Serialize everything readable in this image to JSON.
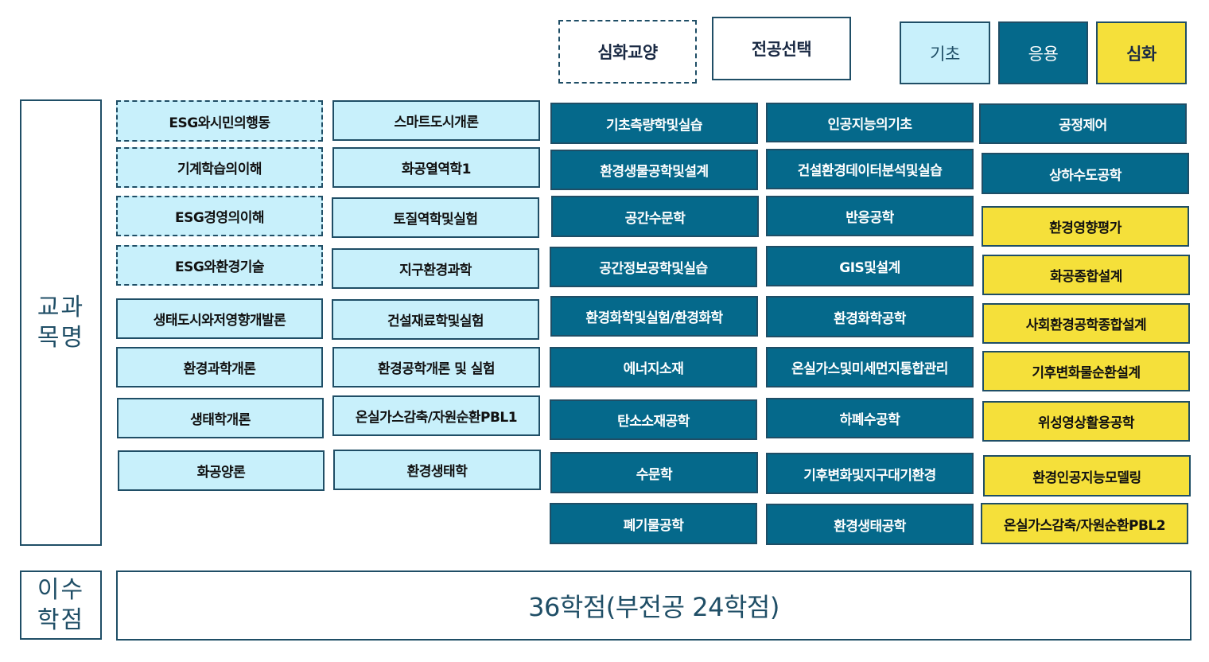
{
  "legend": {
    "advanced_liberal": "심화교양",
    "major_elective": "전공선택",
    "basic": "기초",
    "applied": "응용",
    "advanced": "심화"
  },
  "labels": {
    "courses": "교과\n목명",
    "credits": "이수\n학점"
  },
  "credits_text": "36학점(부전공 24학점)",
  "columns": {
    "col1": [
      "ESG와시민의행동",
      "기계학습의이해",
      "ESG경영의이해",
      "ESG와환경기술",
      "생태도시와저영향개발론",
      "환경과학개론",
      "생태학개론",
      "화공양론"
    ],
    "col2": [
      "스마트도시개론",
      "화공열역학1",
      "토질역학및실험",
      "지구환경과학",
      "건설재료학및실험",
      "환경공학개론 및 실험",
      "온실가스감축/자원순환PBL1",
      "환경생태학"
    ],
    "col3": [
      "기초측량학및실습",
      "환경생물공학및설계",
      "공간수문학",
      "공간정보공학및실습",
      "환경화학및실험/환경화학",
      "에너지소재",
      "탄소소재공학",
      "수문학",
      "폐기물공학"
    ],
    "col4": [
      "인공지능의기초",
      "건설환경데이터분석및실습",
      "반응공학",
      "GIS및설계",
      "환경화학공학",
      "온실가스및미세먼지통합관리",
      "하폐수공학",
      "기후변화및지구대기환경",
      "환경생태공학"
    ],
    "col5": [
      "공정제어",
      "상하수도공학",
      "환경영향평가",
      "화공종합설계",
      "사회환경공학종합설계",
      "기후변화물순환설계",
      "위성영상활용공학",
      "환경인공지능모델링",
      "온실가스감축/자원순환PBL2"
    ]
  }
}
